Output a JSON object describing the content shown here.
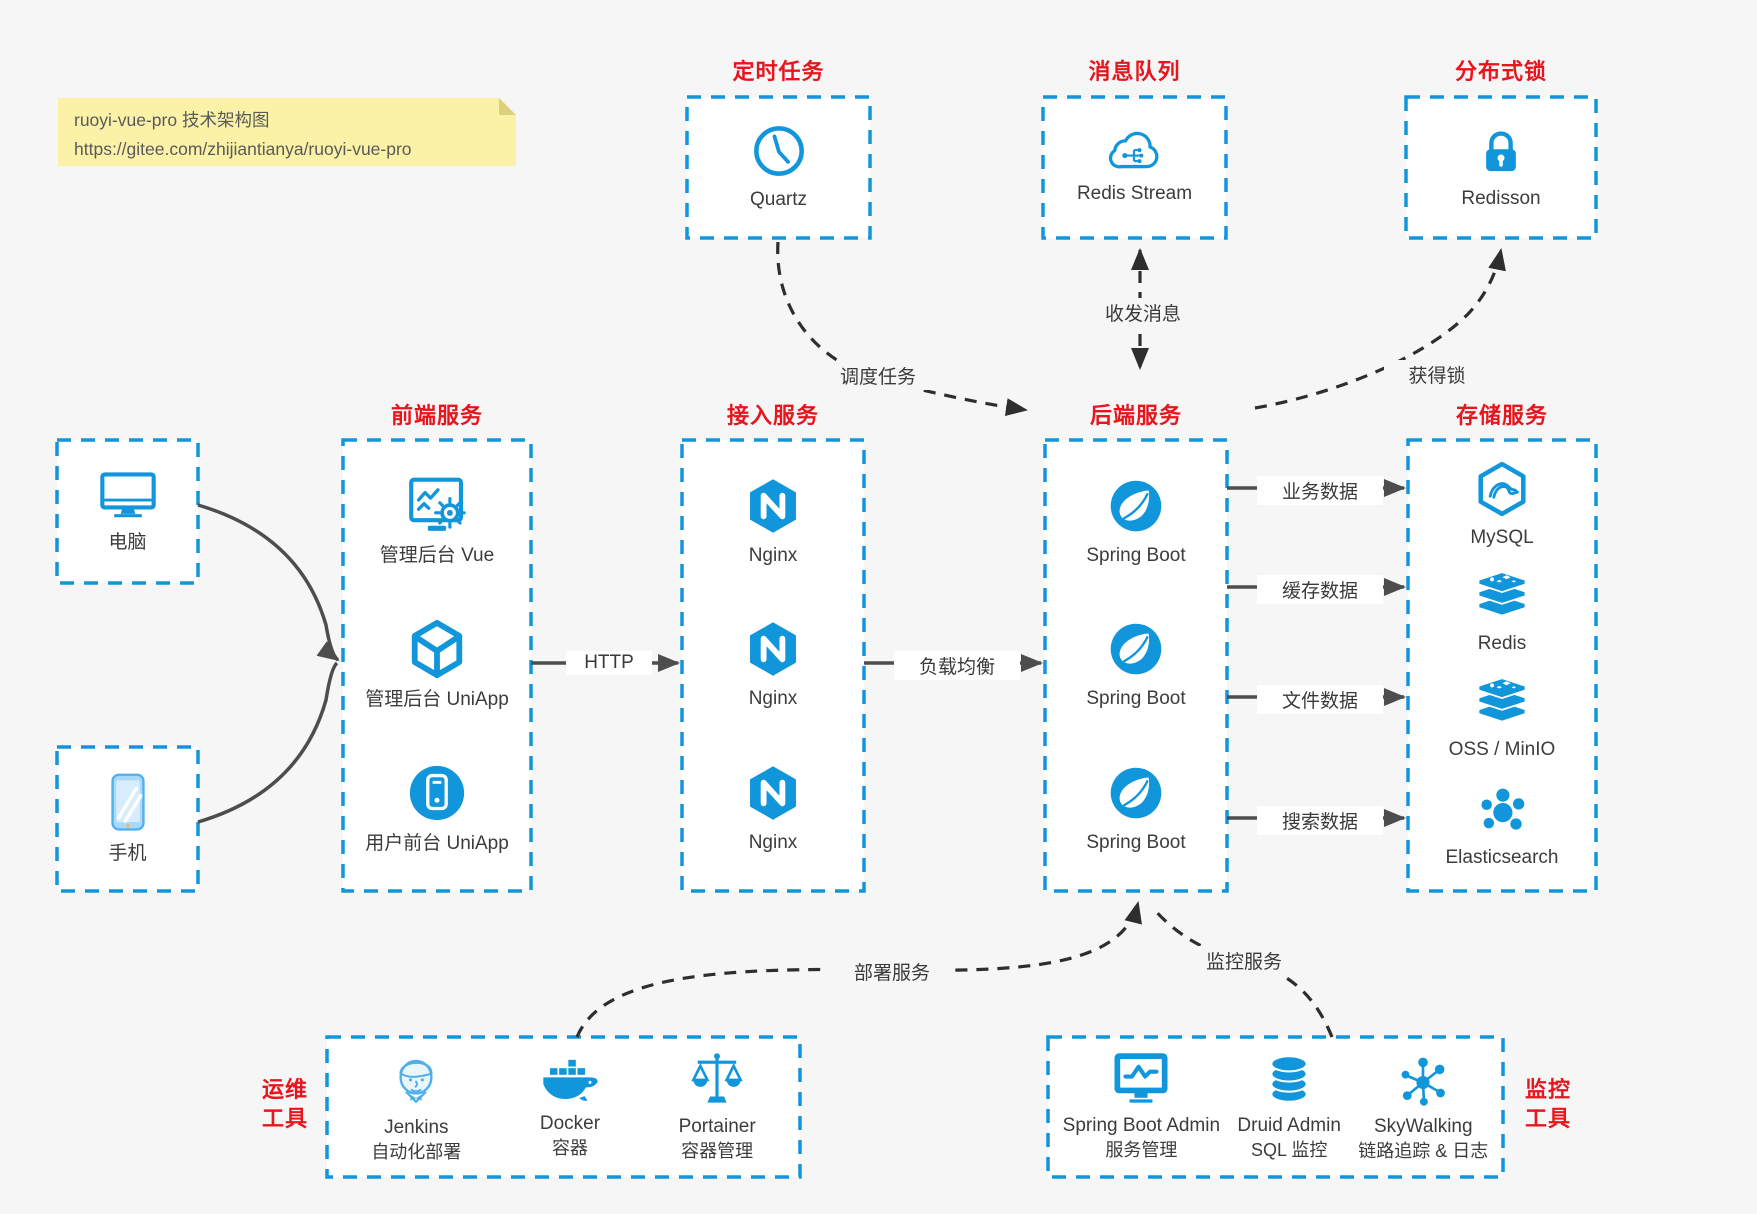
{
  "note": {
    "line1": "ruoyi-vue-pro 技术架构图",
    "line2": "https://gitee.com/zhijiantianya/ruoyi-vue-pro"
  },
  "colors": {
    "accent_blue": "#1296db",
    "title_red": "#e8151d",
    "note_bg": "#fbf2a7",
    "arrow_solid": "#4d4d4d",
    "arrow_dashed": "#2e2e2e",
    "page_bg": "#f6f6f7"
  },
  "top_groups": [
    {
      "title": "定时任务",
      "item": {
        "label": "Quartz",
        "icon": "clock-icon"
      }
    },
    {
      "title": "消息队列",
      "item": {
        "label": "Redis Stream",
        "icon": "cloud-network-icon"
      }
    },
    {
      "title": "分布式锁",
      "item": {
        "label": "Redisson",
        "icon": "lock-icon"
      }
    }
  ],
  "clients": [
    {
      "label": "电脑",
      "icon": "desktop-icon"
    },
    {
      "label": "手机",
      "icon": "mobile-icon"
    }
  ],
  "columns": [
    {
      "title": "前端服务",
      "items": [
        {
          "label": "管理后台 Vue",
          "icon": "admin-vue-icon"
        },
        {
          "label": "管理后台 UniApp",
          "icon": "cube-icon"
        },
        {
          "label": "用户前台 UniApp",
          "icon": "phone-circle-icon"
        }
      ]
    },
    {
      "title": "接入服务",
      "items": [
        {
          "label": "Nginx",
          "icon": "nginx-icon"
        },
        {
          "label": "Nginx",
          "icon": "nginx-icon"
        },
        {
          "label": "Nginx",
          "icon": "nginx-icon"
        }
      ]
    },
    {
      "title": "后端服务",
      "items": [
        {
          "label": "Spring Boot",
          "icon": "spring-boot-icon"
        },
        {
          "label": "Spring Boot",
          "icon": "spring-boot-icon"
        },
        {
          "label": "Spring Boot",
          "icon": "spring-boot-icon"
        }
      ]
    },
    {
      "title": "存储服务",
      "items": [
        {
          "label": "MySQL",
          "icon": "mysql-icon"
        },
        {
          "label": "Redis",
          "icon": "redis-stack-icon"
        },
        {
          "label": "OSS / MinIO",
          "icon": "oss-stack-icon"
        },
        {
          "label": "Elasticsearch",
          "icon": "elasticsearch-icon"
        }
      ]
    }
  ],
  "bottom_groups": [
    {
      "title_line1": "运维",
      "title_line2": "工具",
      "items": [
        {
          "name": "Jenkins",
          "desc": "自动化部署",
          "icon": "jenkins-icon"
        },
        {
          "name": "Docker",
          "desc": "容器",
          "icon": "docker-icon"
        },
        {
          "name": "Portainer",
          "desc": "容器管理",
          "icon": "portainer-icon"
        }
      ]
    },
    {
      "title_line1": "监控",
      "title_line2": "工具",
      "items": [
        {
          "name": "Spring Boot Admin",
          "desc": "服务管理",
          "icon": "spring-boot-admin-icon"
        },
        {
          "name": "Druid Admin",
          "desc": "SQL 监控",
          "icon": "druid-icon"
        },
        {
          "name": "SkyWalking",
          "desc": "链路追踪 & 日志",
          "icon": "skywalking-icon"
        }
      ]
    }
  ],
  "edge_labels": {
    "http": "HTTP",
    "load_balance": "负载均衡",
    "schedule": "调度任务",
    "message": "收发消息",
    "acquire_lock": "获得锁",
    "business_data": "业务数据",
    "cache_data": "缓存数据",
    "file_data": "文件数据",
    "search_data": "搜索数据",
    "deploy": "部署服务",
    "monitor": "监控服务"
  }
}
